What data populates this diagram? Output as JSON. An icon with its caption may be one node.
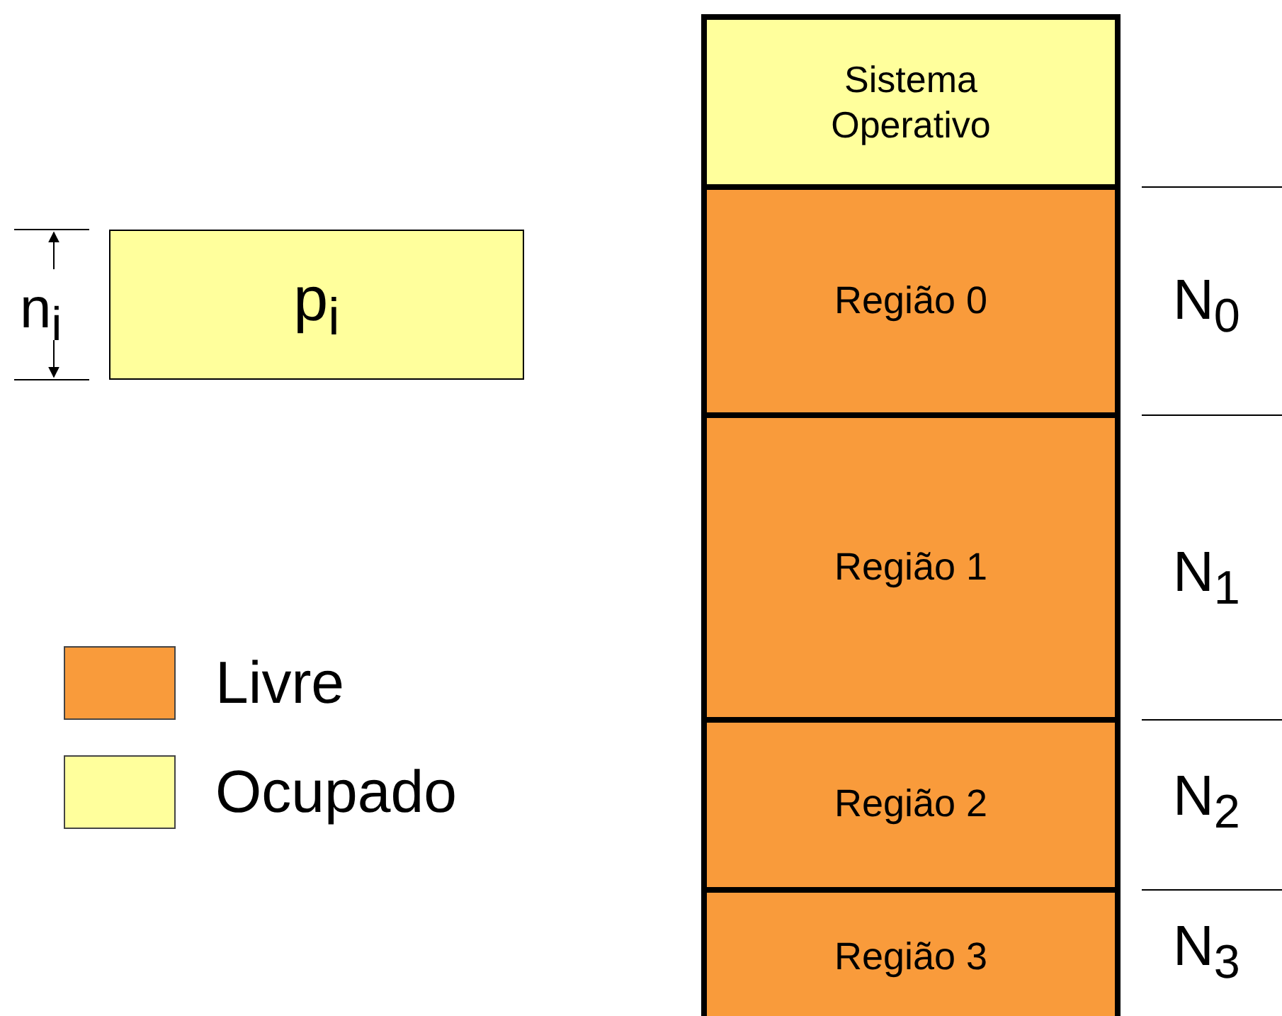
{
  "diagram": {
    "nodes": [
      {
        "text": [
          "p$_{i}$"
        ]
      },
      {
        "text": [
          "Sistema Operativo"
        ]
      },
      {
        "text": [
          "Região 0"
        ]
      },
      {
        "text": [
          "Região 1"
        ]
      },
      {
        "text": [
          "Região 2"
        ]
      },
      {
        "text": [
          "Região 3"
        ]
      }
    ],
    "labels": [
      "n$_{i}$",
      "N$_{0}$",
      "N$_{1}$",
      "N$_{2}$",
      "N$_{3}$"
    ],
    "legend": [
      {
        "text": "Livre",
        "color": "#f99b3b"
      },
      {
        "text": "Ocupado",
        "color": "#ffff9c"
      }
    ]
  }
}
